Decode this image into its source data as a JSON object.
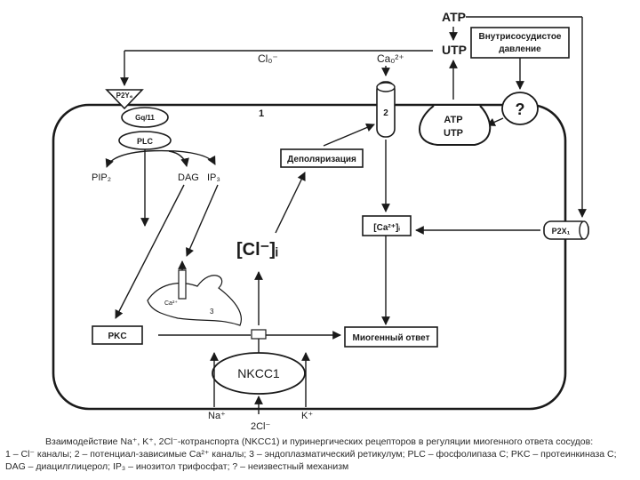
{
  "labels": {
    "atp_top": "ATP",
    "utp_top": "UTP",
    "pressure_box": [
      "Внутрисосудистое",
      "давление"
    ],
    "cl_out": "Cl₀⁻",
    "ca_out": "Ca₀²⁺",
    "p2y": "P2Y₆",
    "gq": "Gq/11",
    "num1": "1",
    "num2": "2",
    "num3": "3",
    "plc": "PLC",
    "pip2": "PIP₂",
    "dag": "DAG",
    "ip3": "IP₃",
    "depolarization": "Деполяризация",
    "atp_pocket": "ATP",
    "utp_pocket": "UTP",
    "question": "?",
    "ca_i": "[Ca²⁺]ᵢ",
    "p2x": "P2X₁",
    "cl_i": "[Cl⁻]ᵢ",
    "ca_er": "Ca²⁺",
    "pkc": "PKC",
    "myogenic": "Миогенный ответ",
    "nkcc1": "NKCC1",
    "na": "Na⁺",
    "cl2": "2Cl⁻",
    "k": "K⁺"
  },
  "caption": {
    "line1": "Взаимодействие Na⁺, K⁺, 2Cl⁻-котранспорта (NKCC1) и пуринергических рецепторов в регуляции миогенного ответа сосудов:",
    "line2": "1 – Cl⁻ каналы; 2 – потенциал-зависимые Ca²⁺ каналы; 3 – эндоплазматический ретикулум; PLC – фосфолипаза С; PKC – протеинкиназа С;",
    "line3": "DAG – диацилглицерол; IP₃ – инозитол трифосфат; ? – неизвестный механизм"
  }
}
